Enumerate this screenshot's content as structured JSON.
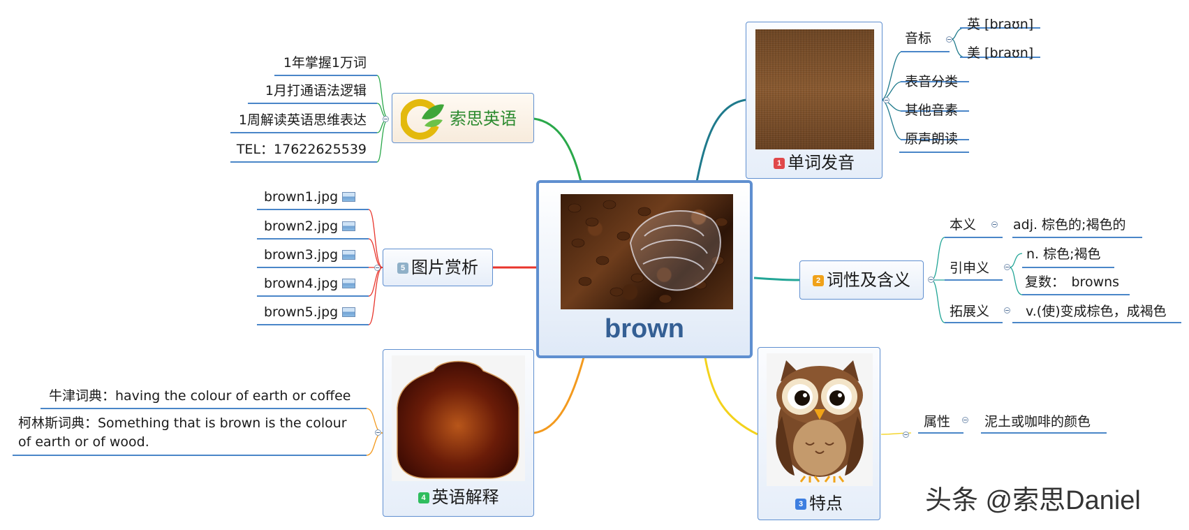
{
  "center": {
    "title": "brown"
  },
  "topics": {
    "pronunciation": {
      "number": "1",
      "label": "单词发音",
      "number_color": "#e0484a",
      "children": {
        "phonetic": {
          "label": "音标",
          "uk": "英 [braʊn]",
          "us": "美 [braʊn]"
        },
        "category": "表音分类",
        "other": "其他音素",
        "reading": "原声朗读"
      }
    },
    "meaning": {
      "number": "2",
      "label": "词性及含义",
      "number_color": "#f0a21a",
      "basic": {
        "label": "本义",
        "value": "adj. 棕色的;褐色的"
      },
      "extended": {
        "label": "引申义",
        "values": [
          "n. 棕色;褐色",
          "复数：　browns"
        ]
      },
      "expanded": {
        "label": "拓展义",
        "value": "v.(使)变成棕色，成褐色"
      }
    },
    "features": {
      "number": "3",
      "label": "特点",
      "number_color": "#3d7ee0",
      "attribute": {
        "label": "属性",
        "value": "泥土或咖啡的颜色"
      }
    },
    "definitions": {
      "number": "4",
      "label": "英语解释",
      "number_color": "#2fbd5e",
      "oxford": "牛津词典：having the colour of earth or coffee",
      "collins_line1": "柯林斯词典：Something that is brown is the colour",
      "collins_line2": "of earth or of wood."
    },
    "pictures": {
      "number": "5",
      "label": "图片赏析",
      "number_color": "#8fb0c8",
      "files": [
        "brown1.jpg",
        "brown2.jpg",
        "brown3.jpg",
        "brown4.jpg",
        "brown5.jpg"
      ]
    },
    "brand": {
      "label": "索思英语",
      "items": [
        "1年掌握1万词",
        "1月打通语法逻辑",
        "1周解读英语思维表达",
        "TEL：17622625539"
      ]
    }
  },
  "watermark": "头条 @索思Daniel",
  "colors": {
    "pronunciation_branch": "#1f7a8c",
    "meaning_branch": "#22a596",
    "features_branch": "#f3d21c",
    "definitions_branch": "#f39a1e",
    "pictures_branch": "#e8352c",
    "brand_branch": "#2aa84a",
    "topic_border": "#5f8fd0",
    "underline": "#4a86c8"
  }
}
